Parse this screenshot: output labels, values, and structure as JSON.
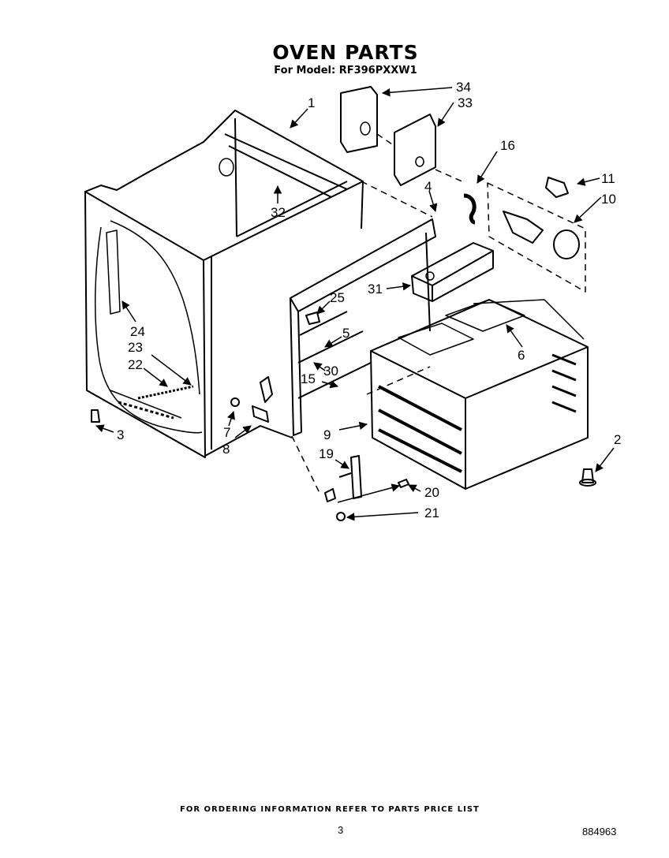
{
  "header": {
    "title": "OVEN PARTS",
    "model_line": "For Model: RF396PXXW1"
  },
  "callouts": {
    "p34": "34",
    "p33": "33",
    "p1": "1",
    "p16": "16",
    "p11": "11",
    "p10": "10",
    "p4": "4",
    "p32": "32",
    "p31": "31",
    "p25": "25",
    "p5": "5",
    "p24": "24",
    "p23": "23",
    "p22": "22",
    "p6": "6",
    "p30": "30",
    "p15": "15",
    "p3": "3",
    "p7": "7",
    "p8": "8",
    "p9": "9",
    "p2": "2",
    "p19": "19",
    "p20": "20",
    "p21": "21"
  },
  "footer": {
    "ordering_note": "FOR ORDERING INFORMATION REFER TO PARTS PRICE LIST",
    "page_number": "3",
    "document_id": "884963"
  }
}
